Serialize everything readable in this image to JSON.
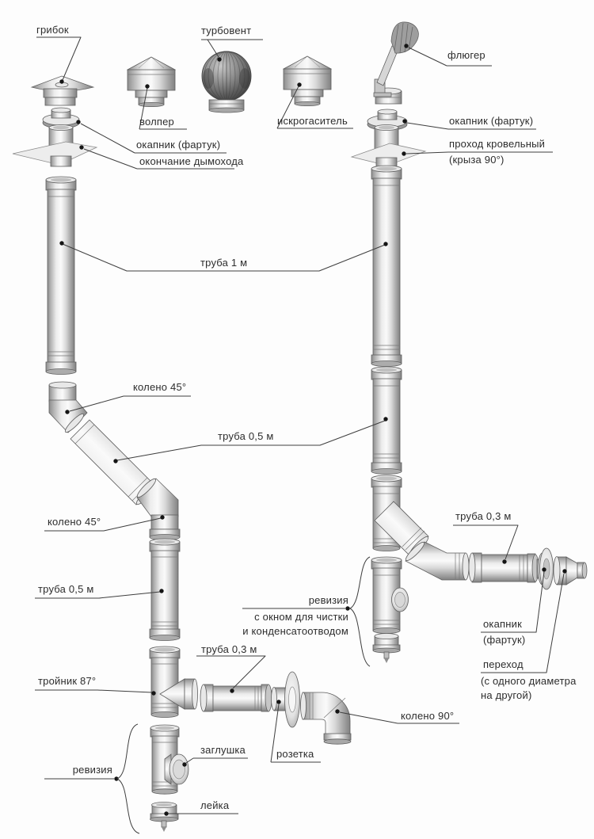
{
  "palette": {
    "background": "#fdfdfd",
    "text": "#2d2d2d",
    "leader_line": "#3e3e3e",
    "metal_light": "#fafafa",
    "metal_mid": "#c9c9c9",
    "metal_dark": "#818181"
  },
  "labels": {
    "gribok": "грибок",
    "turbovent": "турбовент",
    "volper": "волпер",
    "iskrogasitel": "искрогаситель",
    "flyuger": "флюгер",
    "okapnik_right_top": "окапник (фартук)",
    "prohod_krovelny_1": "проход кровельный",
    "prohod_krovelny_2": "(крыза 90°)",
    "okapnik_left": "окапник (фартук)",
    "okonchanie_dymohoda": "окончание дымохода",
    "truba_1m": "труба 1 м",
    "koleno_45_top": "колено 45°",
    "truba_05_center": "труба 0,5 м",
    "koleno_45_bottom": "колено 45°",
    "truba_05_left": "труба 0,5 м",
    "truba_03_right": "труба 0,3 м",
    "reviziya_right_1": "ревизия",
    "reviziya_right_2": "с окном для чистки",
    "reviziya_right_3": "и конденсатоотводом",
    "okapnik_bottom_1": "окапник",
    "okapnik_bottom_2": "(фартук)",
    "perehod_1": "переход",
    "perehod_2": "(с одного диаметра",
    "perehod_3": "на другой)",
    "truba_03_left": "труба 0,3 м",
    "troynik_87": "тройник 87°",
    "koleno_90": "колено 90°",
    "zaglushka": "заглушка",
    "rozetka": "розетка",
    "reviziya_left": "ревизия",
    "leyka": "лейка"
  }
}
